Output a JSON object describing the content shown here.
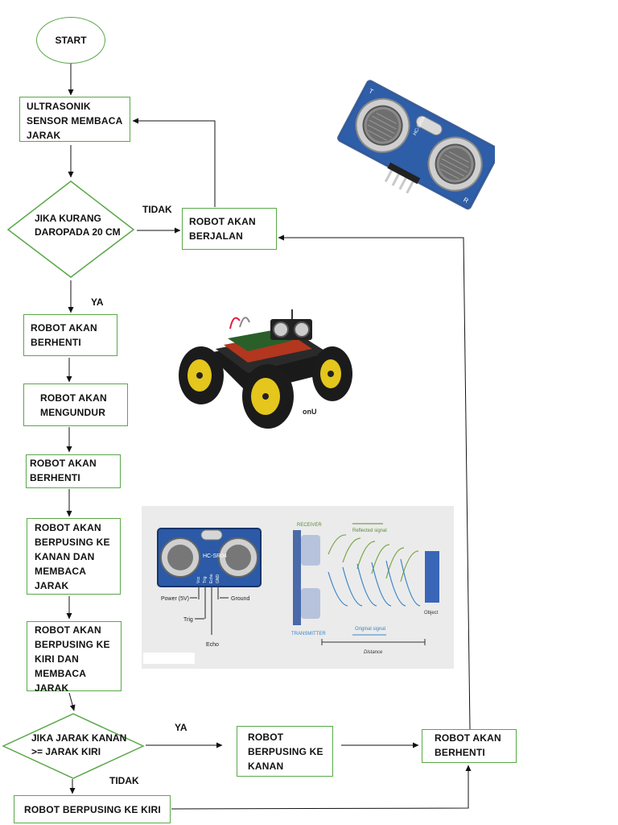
{
  "flowchart": {
    "start": "START",
    "read_sensor": "ULTRASONIK\nSENSOR MEMBACA\nJARAK",
    "decision_distance": "JIKA KURANG\nDAROPADA 20 CM",
    "robot_move": "ROBOT AKAN\nBERJALAN",
    "stop_1": "ROBOT AKAN\nBERHENTI",
    "reverse": "ROBOT AKAN\nMENGUNDUR",
    "stop_2": "ROBOT AKAN\nBERHENTI",
    "turn_right_read": "ROBOT AKAN\nBERPUSING KE\nKANAN DAN\nMEMBACA\nJARAK",
    "turn_left_read": "ROBOT AKAN\nBERPUSING KE\nKIRI DAN\nMEMBACA\nJARAK",
    "decision_compare": "JIKA JARAK KANAN\n>= JARAK KIRI",
    "turn_right": "ROBOT\nBERPUSING KE\nKANAN",
    "stop_3": "ROBOT AKAN\nBERHENTI",
    "turn_left": "ROBOT BERPUSING KE KIRI",
    "label_no_1": "TIDAK",
    "label_yes_1": "YA",
    "label_yes_2": "YA",
    "label_no_2": "TIDAK"
  },
  "images": {
    "car_caption": "onU",
    "diagram": {
      "module_label": "HC-SR04",
      "pin_vcc": "Vcc",
      "pin_trig": "Trig",
      "pin_echo": "Echo",
      "pin_gnd": "GND",
      "power": "Power (5V)",
      "ground": "Ground",
      "trig": "Trig",
      "echo": "Echo",
      "receiver": "RECEIVER",
      "reflected": "Reflected signal",
      "transmitter": "TRANSMITTER",
      "original": "Original signal",
      "object": "Object",
      "distance": "Distance"
    },
    "sensor_photo": {
      "model": "HC-SR04",
      "letter_t": "T",
      "letter_r": "R"
    }
  }
}
